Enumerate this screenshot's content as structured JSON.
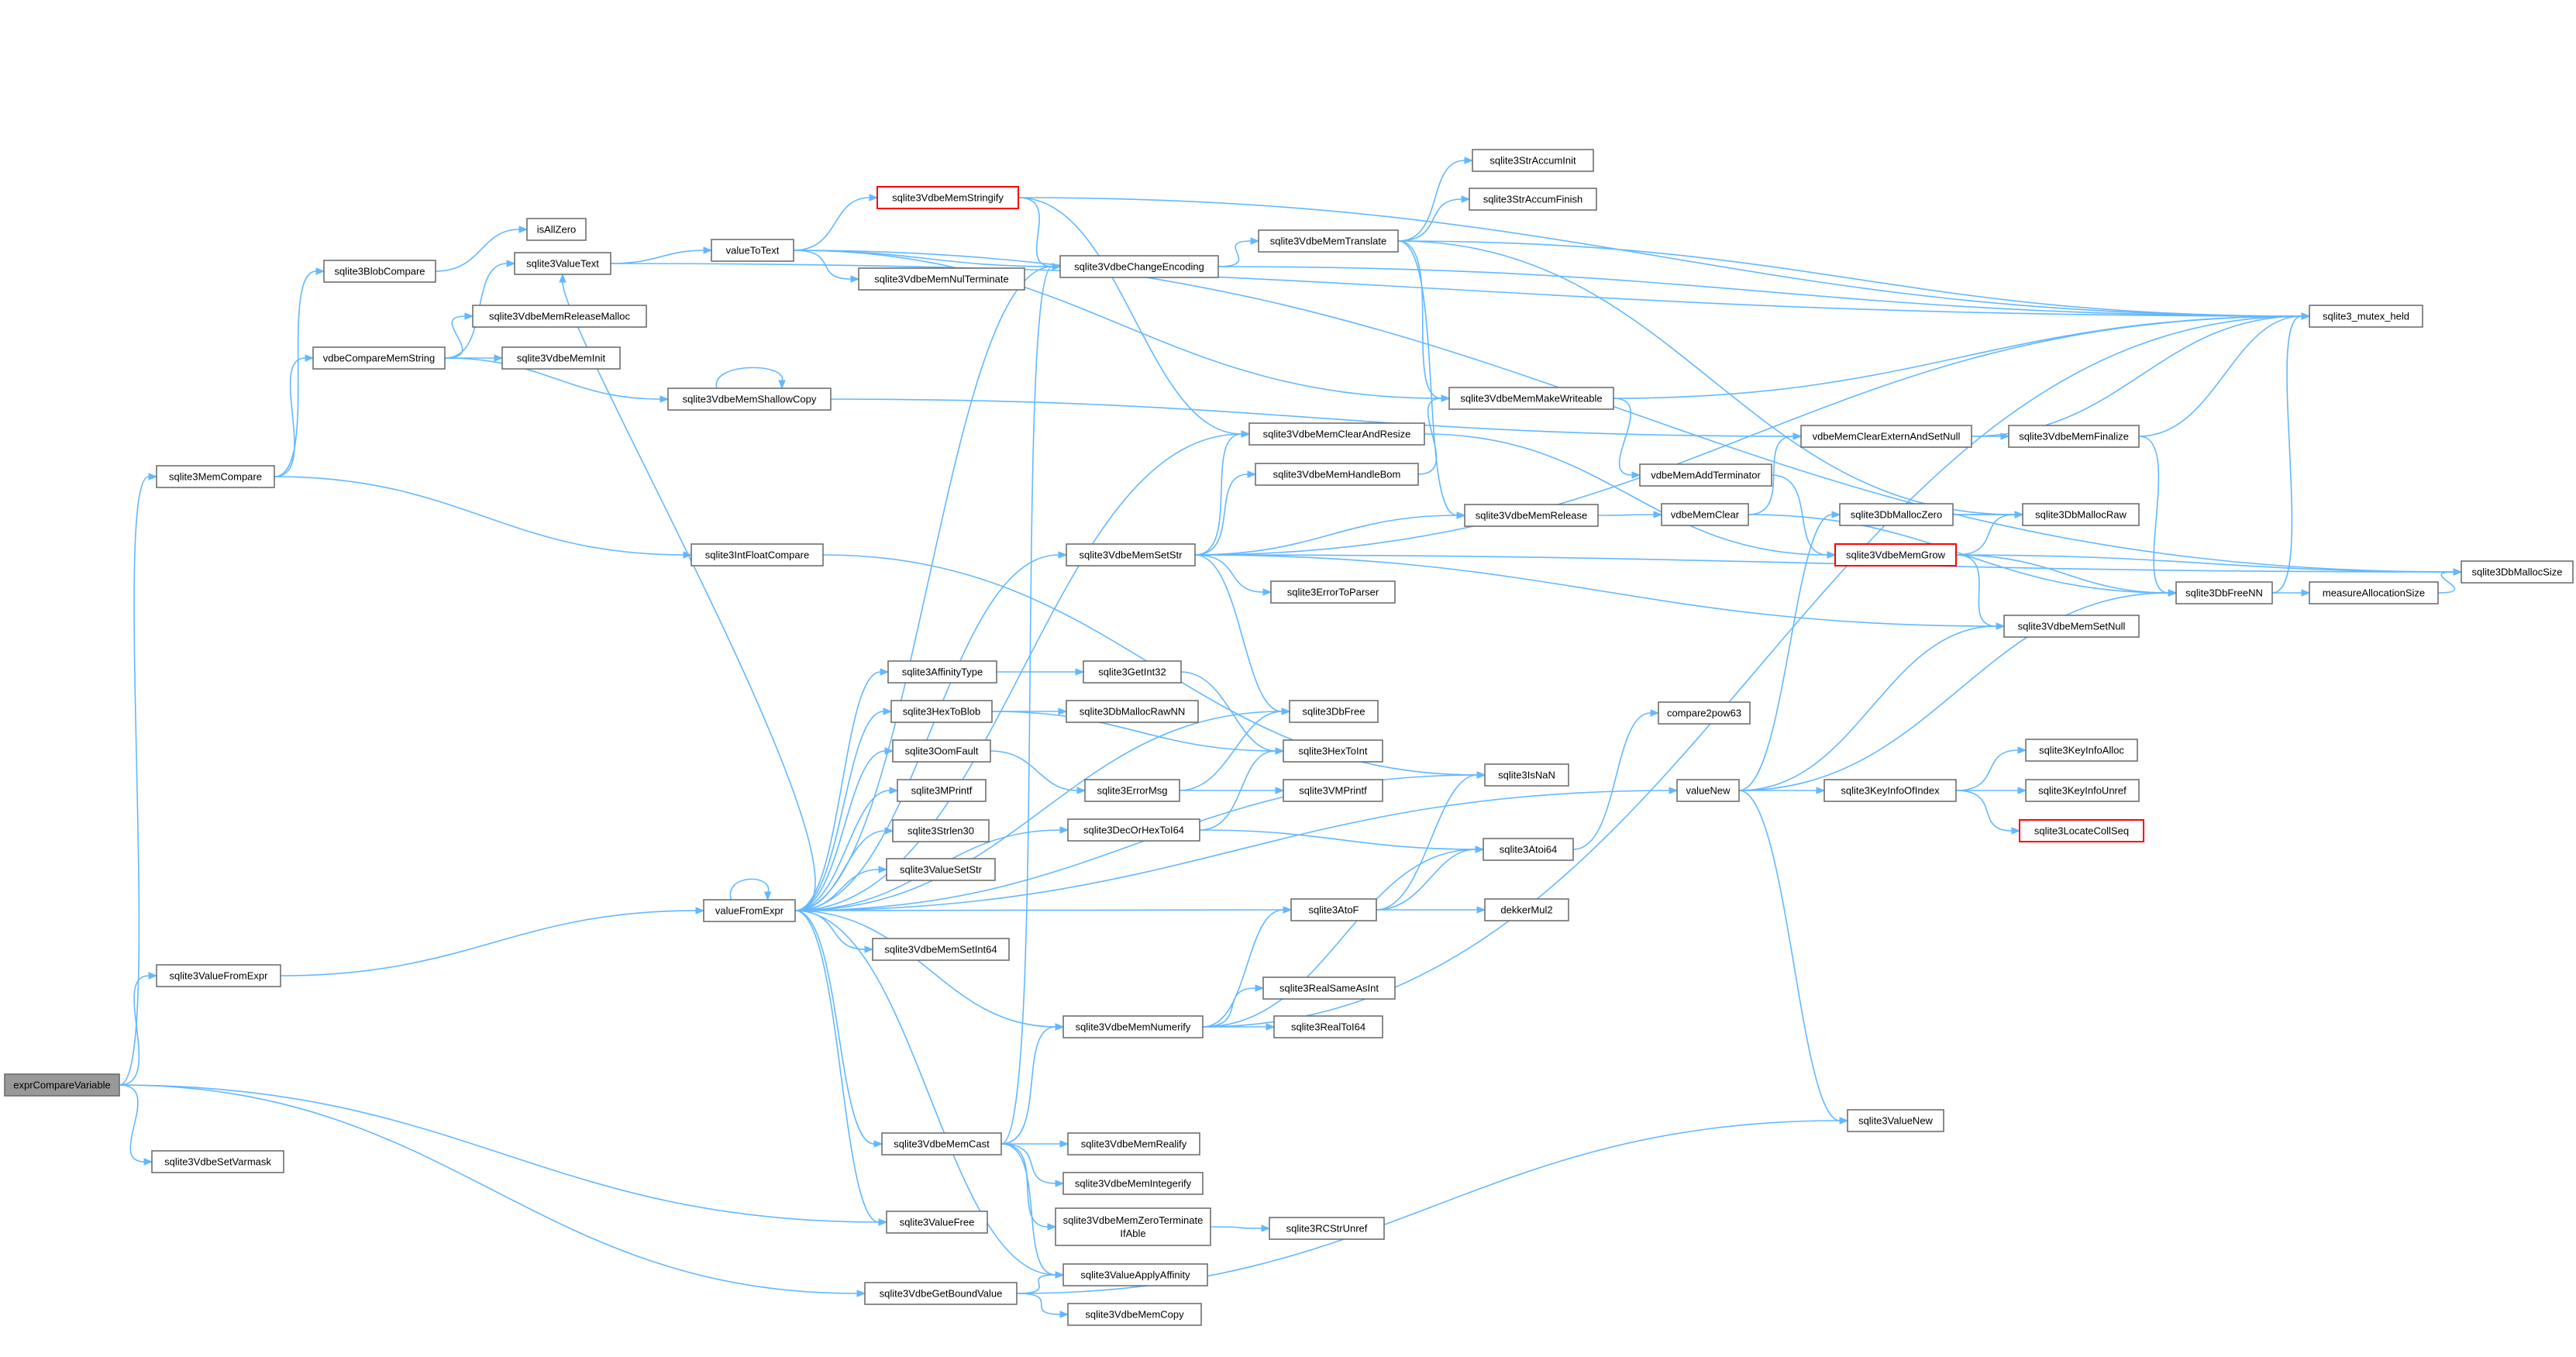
{
  "diagram": {
    "root": "exprCompareVariable",
    "nodes": [
      {
        "id": "exprCompareVariable",
        "lines": [
          "exprCompareVariable"
        ]
      },
      {
        "id": "sqlite3MemCompare",
        "lines": [
          "sqlite3MemCompare"
        ]
      },
      {
        "id": "sqlite3ValueFromExpr",
        "lines": [
          "sqlite3ValueFromExpr"
        ]
      },
      {
        "id": "sqlite3VdbeSetVarmask",
        "lines": [
          "sqlite3VdbeSetVarmask"
        ]
      },
      {
        "id": "sqlite3BlobCompare",
        "lines": [
          "sqlite3BlobCompare"
        ]
      },
      {
        "id": "vdbeCompareMemString",
        "lines": [
          "vdbeCompareMemString"
        ]
      },
      {
        "id": "isAllZero",
        "lines": [
          "isAllZero"
        ]
      },
      {
        "id": "sqlite3ValueText",
        "lines": [
          "sqlite3ValueText"
        ]
      },
      {
        "id": "sqlite3VdbeMemReleaseMalloc",
        "lines": [
          "sqlite3VdbeMemReleaseMalloc"
        ]
      },
      {
        "id": "sqlite3VdbeMemInit",
        "lines": [
          "sqlite3VdbeMemInit"
        ]
      },
      {
        "id": "sqlite3VdbeMemShallowCopy",
        "lines": [
          "sqlite3VdbeMemShallowCopy"
        ]
      },
      {
        "id": "sqlite3IntFloatCompare",
        "lines": [
          "sqlite3IntFloatCompare"
        ]
      },
      {
        "id": "valueToText",
        "lines": [
          "valueToText"
        ]
      },
      {
        "id": "valueFromExpr",
        "lines": [
          "valueFromExpr"
        ]
      },
      {
        "id": "sqlite3VdbeGetBoundValue",
        "lines": [
          "sqlite3VdbeGetBoundValue"
        ]
      },
      {
        "id": "sqlite3VdbeMemStringify",
        "lines": [
          "sqlite3VdbeMemStringify"
        ]
      },
      {
        "id": "sqlite3VdbeMemNulTerminate",
        "lines": [
          "sqlite3VdbeMemNulTerminate"
        ]
      },
      {
        "id": "sqlite3VdbeChangeEncoding",
        "lines": [
          "sqlite3VdbeChangeEncoding"
        ]
      },
      {
        "id": "sqlite3VdbeMemSetStr",
        "lines": [
          "sqlite3VdbeMemSetStr"
        ]
      },
      {
        "id": "sqlite3AffinityType",
        "lines": [
          "sqlite3AffinityType"
        ]
      },
      {
        "id": "sqlite3HexToBlob",
        "lines": [
          "sqlite3HexToBlob"
        ]
      },
      {
        "id": "sqlite3OomFault",
        "lines": [
          "sqlite3OomFault"
        ]
      },
      {
        "id": "sqlite3MPrintf",
        "lines": [
          "sqlite3MPrintf"
        ]
      },
      {
        "id": "sqlite3Strlen30",
        "lines": [
          "sqlite3Strlen30"
        ]
      },
      {
        "id": "sqlite3ValueSetStr",
        "lines": [
          "sqlite3ValueSetStr"
        ]
      },
      {
        "id": "sqlite3DecOrHexToI64",
        "lines": [
          "sqlite3DecOrHexToI64"
        ]
      },
      {
        "id": "sqlite3VdbeMemSetInt64",
        "lines": [
          "sqlite3VdbeMemSetInt64"
        ]
      },
      {
        "id": "sqlite3VdbeMemNumerify",
        "lines": [
          "sqlite3VdbeMemNumerify"
        ]
      },
      {
        "id": "sqlite3VdbeMemCast",
        "lines": [
          "sqlite3VdbeMemCast"
        ]
      },
      {
        "id": "sqlite3ValueFree",
        "lines": [
          "sqlite3ValueFree"
        ]
      },
      {
        "id": "sqlite3ValueApplyAffinity",
        "lines": [
          "sqlite3ValueApplyAffinity"
        ]
      },
      {
        "id": "sqlite3VdbeMemCopy",
        "lines": [
          "sqlite3VdbeMemCopy"
        ]
      },
      {
        "id": "sqlite3GetInt32",
        "lines": [
          "sqlite3GetInt32"
        ]
      },
      {
        "id": "sqlite3DbMallocRawNN",
        "lines": [
          "sqlite3DbMallocRawNN"
        ]
      },
      {
        "id": "sqlite3ErrorMsg",
        "lines": [
          "sqlite3ErrorMsg"
        ]
      },
      {
        "id": "sqlite3VdbeMemRealify",
        "lines": [
          "sqlite3VdbeMemRealify"
        ]
      },
      {
        "id": "sqlite3VdbeMemIntegerify",
        "lines": [
          "sqlite3VdbeMemIntegerify"
        ]
      },
      {
        "id": "sqlite3VdbeMemZeroTerminateIfAble",
        "lines": [
          "sqlite3VdbeMemZeroTerminate",
          "IfAble"
        ]
      },
      {
        "id": "sqlite3VdbeMemTranslate",
        "lines": [
          "sqlite3VdbeMemTranslate"
        ]
      },
      {
        "id": "sqlite3VdbeMemClearAndResize",
        "lines": [
          "sqlite3VdbeMemClearAndResize"
        ]
      },
      {
        "id": "sqlite3VdbeMemHandleBom",
        "lines": [
          "sqlite3VdbeMemHandleBom"
        ]
      },
      {
        "id": "sqlite3ErrorToParser",
        "lines": [
          "sqlite3ErrorToParser"
        ]
      },
      {
        "id": "sqlite3DbFree",
        "lines": [
          "sqlite3DbFree"
        ]
      },
      {
        "id": "sqlite3HexToInt",
        "lines": [
          "sqlite3HexToInt"
        ]
      },
      {
        "id": "sqlite3VMPrintf",
        "lines": [
          "sqlite3VMPrintf"
        ]
      },
      {
        "id": "sqlite3IsNaN",
        "lines": [
          "sqlite3IsNaN"
        ]
      },
      {
        "id": "sqlite3AtoF",
        "lines": [
          "sqlite3AtoF"
        ]
      },
      {
        "id": "sqlite3Atoi64",
        "lines": [
          "sqlite3Atoi64"
        ]
      },
      {
        "id": "dekkerMul2",
        "lines": [
          "dekkerMul2"
        ]
      },
      {
        "id": "sqlite3RealSameAsInt",
        "lines": [
          "sqlite3RealSameAsInt"
        ]
      },
      {
        "id": "sqlite3RealToI64",
        "lines": [
          "sqlite3RealToI64"
        ]
      },
      {
        "id": "sqlite3RCStrUnref",
        "lines": [
          "sqlite3RCStrUnref"
        ]
      },
      {
        "id": "sqlite3StrAccumInit",
        "lines": [
          "sqlite3StrAccumInit"
        ]
      },
      {
        "id": "sqlite3StrAccumFinish",
        "lines": [
          "sqlite3StrAccumFinish"
        ]
      },
      {
        "id": "sqlite3VdbeMemMakeWriteable",
        "lines": [
          "sqlite3VdbeMemMakeWriteable"
        ]
      },
      {
        "id": "sqlite3VdbeMemRelease",
        "lines": [
          "sqlite3VdbeMemRelease"
        ]
      },
      {
        "id": "compare2pow63",
        "lines": [
          "compare2pow63"
        ]
      },
      {
        "id": "vdbeMemAddTerminator",
        "lines": [
          "vdbeMemAddTerminator"
        ]
      },
      {
        "id": "vdbeMemClear",
        "lines": [
          "vdbeMemClear"
        ]
      },
      {
        "id": "valueNew",
        "lines": [
          "valueNew"
        ]
      },
      {
        "id": "sqlite3ValueNew",
        "lines": [
          "sqlite3ValueNew"
        ]
      },
      {
        "id": "vdbeMemClearExternAndSetNull",
        "lines": [
          "vdbeMemClearExternAndSetNull"
        ]
      },
      {
        "id": "sqlite3DbMallocZero",
        "lines": [
          "sqlite3DbMallocZero"
        ]
      },
      {
        "id": "sqlite3VdbeMemGrow",
        "lines": [
          "sqlite3VdbeMemGrow"
        ]
      },
      {
        "id": "sqlite3KeyInfoOfIndex",
        "lines": [
          "sqlite3KeyInfoOfIndex"
        ]
      },
      {
        "id": "sqlite3VdbeMemFinalize",
        "lines": [
          "sqlite3VdbeMemFinalize"
        ]
      },
      {
        "id": "sqlite3DbMallocRaw",
        "lines": [
          "sqlite3DbMallocRaw"
        ]
      },
      {
        "id": "sqlite3DbFreeNN",
        "lines": [
          "sqlite3DbFreeNN"
        ]
      },
      {
        "id": "sqlite3VdbeMemSetNull",
        "lines": [
          "sqlite3VdbeMemSetNull"
        ]
      },
      {
        "id": "sqlite3KeyInfoAlloc",
        "lines": [
          "sqlite3KeyInfoAlloc"
        ]
      },
      {
        "id": "sqlite3KeyInfoUnref",
        "lines": [
          "sqlite3KeyInfoUnref"
        ]
      },
      {
        "id": "sqlite3LocateCollSeq",
        "lines": [
          "sqlite3LocateCollSeq"
        ]
      },
      {
        "id": "sqlite3_mutex_held",
        "lines": [
          "sqlite3_mutex_held"
        ]
      },
      {
        "id": "measureAllocationSize",
        "lines": [
          "measureAllocationSize"
        ]
      },
      {
        "id": "sqlite3DbMallocSize",
        "lines": [
          "sqlite3DbMallocSize"
        ]
      }
    ]
  }
}
